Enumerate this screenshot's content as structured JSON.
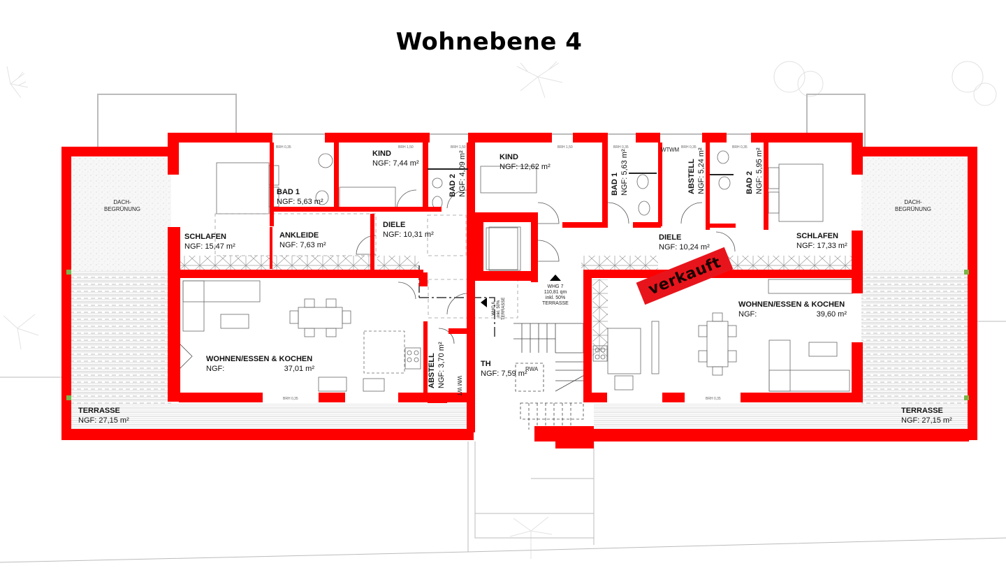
{
  "page": {
    "title": "Wohnebene 4"
  },
  "colors": {
    "wall": "#ff0000",
    "line": "#555555",
    "dash": "#9a9a9a",
    "terrace_stripe": "#bdbdbd",
    "green_roof": "#f3f3f3",
    "sold_badge": "#e8141c",
    "marker": "#7ab648"
  },
  "rooms": {
    "left": {
      "schlafen": {
        "name": "SCHLAFEN",
        "area": "NGF: 15,47 m²"
      },
      "bad1": {
        "name": "BAD 1",
        "area": "NGF: 5,63 m²"
      },
      "kind": {
        "name": "KIND",
        "area": "NGF: 7,44 m²"
      },
      "bad2": {
        "name": "BAD 2",
        "area": "NGF: 4,09 m²"
      },
      "ankleide": {
        "name": "ANKLEIDE",
        "area": "NGF: 7,63 m²"
      },
      "diele": {
        "name": "DIELE",
        "area": "NGF: 10,31 m²"
      },
      "wohnen": {
        "name": "WOHNEN/ESSEN & KOCHEN",
        "area_label": "NGF:",
        "area_value": "37,01 m²"
      },
      "abstell": {
        "name": "ABSTELL",
        "area": "NGF: 3,70 m²",
        "appliances": "WM  WT"
      },
      "terrasse": {
        "name": "TERRASSE",
        "area": "NGF: 27,15 m²"
      },
      "dach": {
        "name": "DACH-\nBEGRÜNUNG"
      }
    },
    "center": {
      "th": {
        "name": "TH",
        "area": "NGF: 7,59 m²",
        "rwa": "RWA"
      },
      "whg6": {
        "line1": "WHG 6",
        "line2": "inkl. 50%",
        "line3": "TERRASSE"
      },
      "whg7": {
        "line1": "WHG 7",
        "line2": "110,81 qm",
        "line3": "inkl. 50%",
        "line4": "TERRASSE"
      }
    },
    "right": {
      "kind": {
        "name": "KIND",
        "area": "NGF: 12,62 m²"
      },
      "bad1": {
        "name": "BAD 1",
        "area": "NGF: 5,63 m²"
      },
      "abstell": {
        "name": "ABSTELL",
        "area": "NGF: 5,24 m²",
        "appliances_top": "WT",
        "appliances_bottom": "WM"
      },
      "bad2": {
        "name": "BAD 2",
        "area": "NGF: 5,95 m²"
      },
      "diele": {
        "name": "DIELE",
        "area": "NGF: 10,24 m²"
      },
      "schlafen": {
        "name": "SCHLAFEN",
        "area": "NGF: 17,33 m²"
      },
      "wohnen": {
        "name": "WOHNEN/ESSEN & KOCHEN",
        "area_label": "NGF:",
        "area_value": "39,60 m²"
      },
      "terrasse": {
        "name": "TERRASSE",
        "area": "NGF: 27,15 m²"
      },
      "dach": {
        "name": "DACH-\nBEGRÜNUNG"
      }
    }
  },
  "window_labels": {
    "low": "BRH 0,35",
    "high": "BRH 1,50"
  },
  "badge": {
    "sold": "verkauft"
  }
}
